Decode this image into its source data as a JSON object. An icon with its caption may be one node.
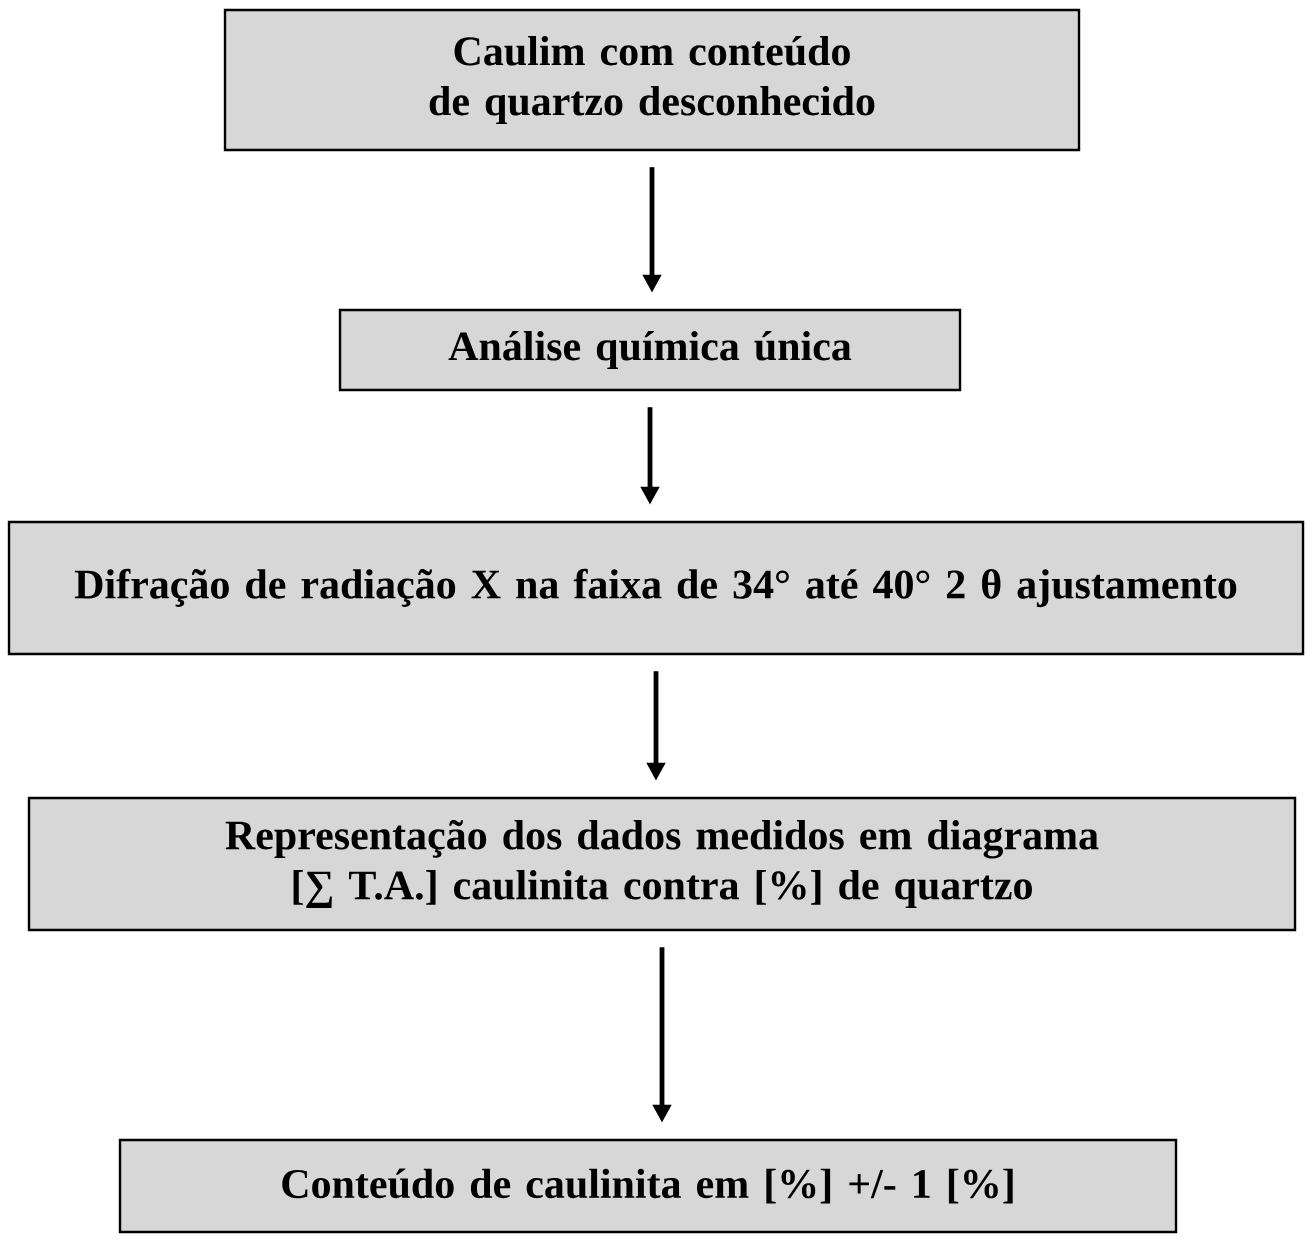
{
  "diagram": {
    "nodes": [
      {
        "text": [
          "Caulim com conteúdo de quartzo desconhecido"
        ]
      },
      {
        "text": [
          "Análise química única"
        ]
      },
      {
        "text": [
          "Difração de radiação X na faixa de 34° até 40° 2 θ ajustamento"
        ]
      },
      {
        "text": [
          "Representação dos dados medidos em diagrama [∑ T.A.] caulinita contra [%] de quartzo"
        ]
      },
      {
        "text": [
          "Conteúdo de caulinita em [%] +/- 1 [%]"
        ]
      }
    ],
    "edges": [
      {
        "from": 0,
        "to": 1,
        "arrow": "to"
      },
      {
        "from": 1,
        "to": 2,
        "arrow": "to"
      },
      {
        "from": 2,
        "to": 3,
        "arrow": "to"
      },
      {
        "from": 3,
        "to": 4,
        "arrow": "to"
      }
    ]
  }
}
